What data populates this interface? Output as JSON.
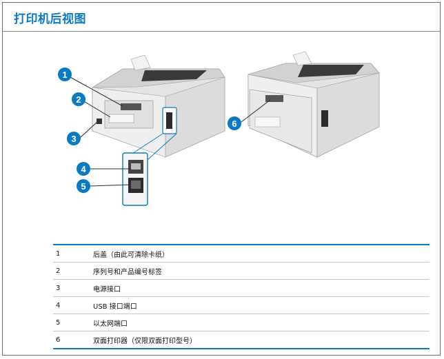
{
  "title": "打印机后视图",
  "callouts": [
    "1",
    "2",
    "3",
    "4",
    "5",
    "6"
  ],
  "rows": [
    {
      "num": "1",
      "desc": "后盖（由此可清除卡纸）"
    },
    {
      "num": "2",
      "desc": "序列号和产品编号标签"
    },
    {
      "num": "3",
      "desc": "电源接口"
    },
    {
      "num": "4",
      "desc": "USB 接口端口"
    },
    {
      "num": "5",
      "desc": "以太网端口"
    },
    {
      "num": "6",
      "desc": "双面打印器（仅限双面打印型号）"
    }
  ],
  "colors": {
    "accent": "#0a7ac4",
    "printer": "#e9e9e9",
    "dark": "#2b2b2b"
  }
}
